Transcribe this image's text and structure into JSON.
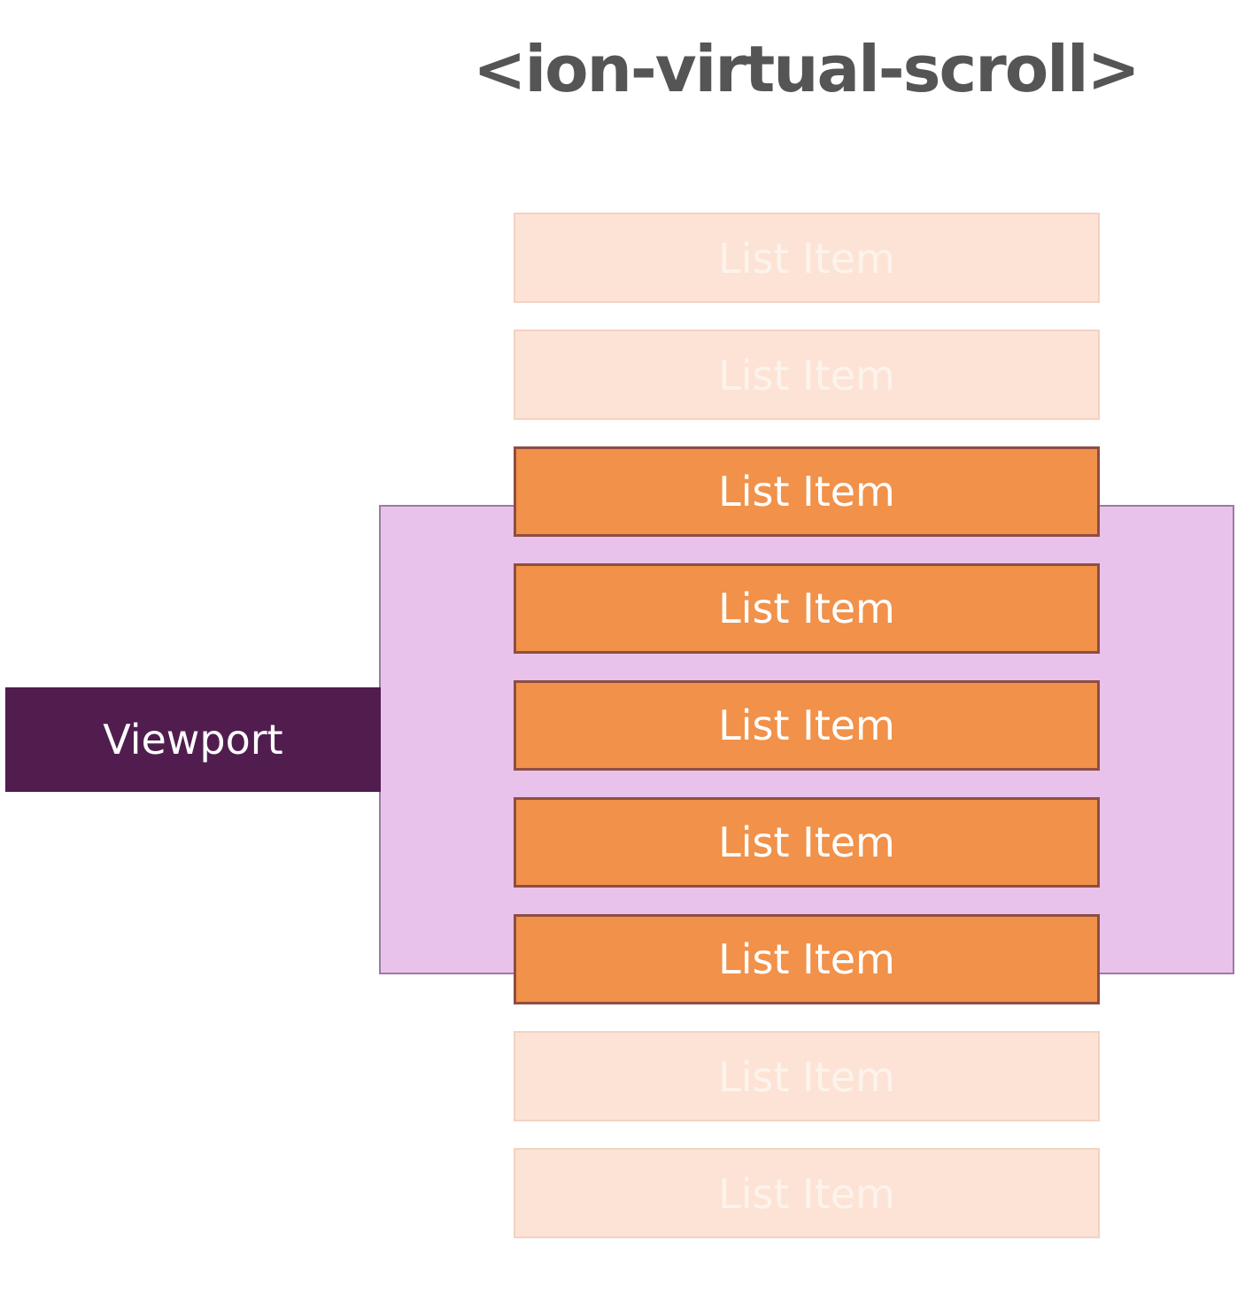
{
  "title": "<ion-virtual-scroll>",
  "viewport": {
    "label": "Viewport",
    "fill_color": "#e8c2ea",
    "label_color": "#511d4f"
  },
  "list": {
    "active_color": "#f1914a",
    "inactive_color": "#fce3d5",
    "items": [
      {
        "label": "List Item",
        "in_viewport": false
      },
      {
        "label": "List Item",
        "in_viewport": false
      },
      {
        "label": "List Item",
        "in_viewport": true
      },
      {
        "label": "List Item",
        "in_viewport": true
      },
      {
        "label": "List Item",
        "in_viewport": true
      },
      {
        "label": "List Item",
        "in_viewport": true
      },
      {
        "label": "List Item",
        "in_viewport": true
      },
      {
        "label": "List Item",
        "in_viewport": false
      },
      {
        "label": "List Item",
        "in_viewport": false
      }
    ]
  }
}
